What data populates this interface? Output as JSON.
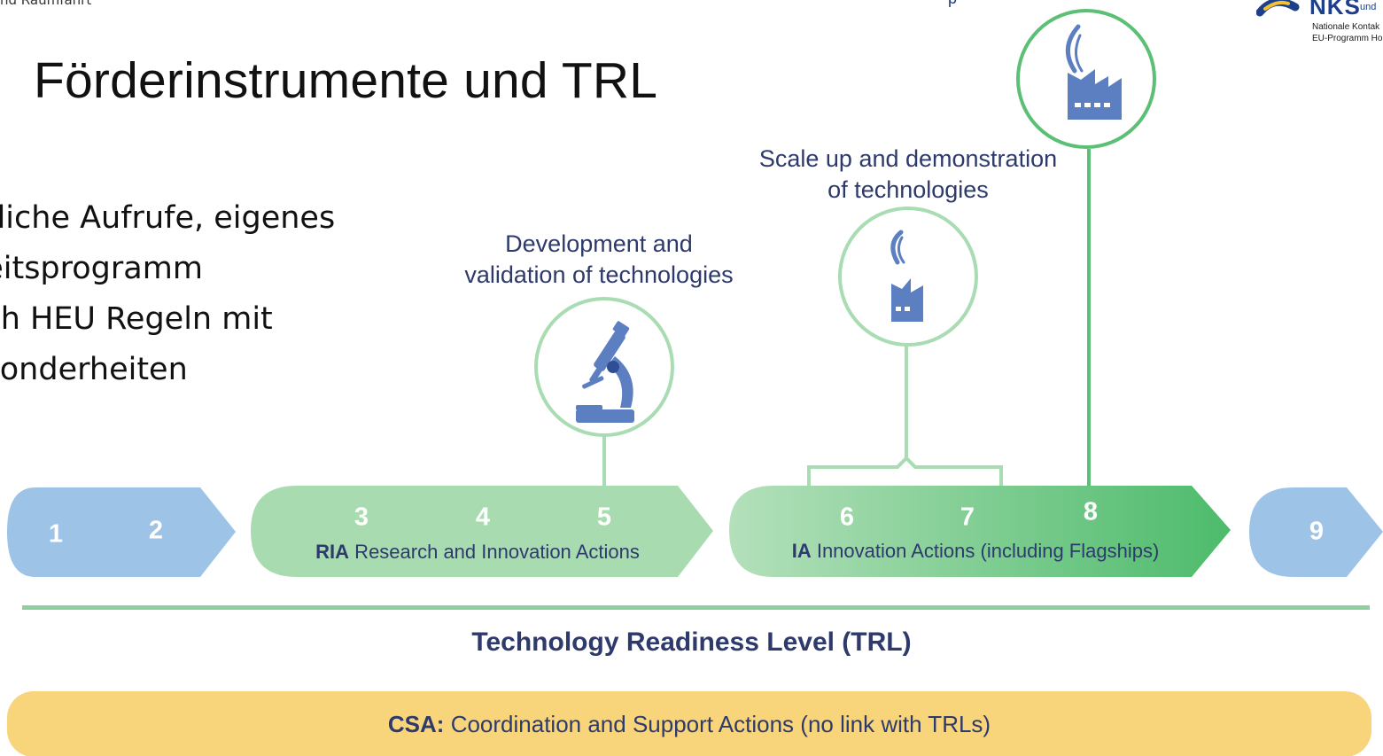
{
  "header": {
    "top_left_fragment": "nd Raumfahrt",
    "top_right_fragment": "p",
    "logo_text": "NKS",
    "logo_small": "und",
    "logo_line1": "Nationale Kontak",
    "logo_line2": "EU-Programm Ho"
  },
  "slide": {
    "title": "Förderinstrumente und TRL",
    "bullets": [
      "hrliche Aufrufe, eigenes",
      "beitsprogramm",
      "ach HEU Regeln mit",
      "esonderheiten"
    ]
  },
  "diagram": {
    "captions": {
      "ria_line1": "Development and",
      "ria_line2": "validation of technologies",
      "ia_line1": "Scale up and demonstration",
      "ia_line2": "of technologies"
    },
    "trl_levels": [
      "1",
      "2",
      "3",
      "4",
      "5",
      "6",
      "7",
      "8",
      "9"
    ],
    "ria": {
      "abbr": "RIA",
      "label": "Research and Innovation Actions"
    },
    "ia": {
      "abbr": "IA",
      "label": "Innovation Actions (including Flagships)"
    },
    "axis_title": "Technology Readiness Level (TRL)",
    "csa": {
      "abbr": "CSA:",
      "label": "Coordination and Support Actions (no link with TRLs)"
    },
    "icons": [
      "microscope-icon",
      "small-factory-icon",
      "large-factory-icon"
    ],
    "colors": {
      "trl_blue": "#9dc3e6",
      "ria_green_light": "#a8dcb0",
      "ia_green_dark": "#4dbb6b",
      "circle_stroke": "#a9dcb2",
      "icon_blue": "#5b7fc0",
      "csa_yellow": "#f8d47a",
      "text_navy": "#2d3a6b"
    }
  }
}
